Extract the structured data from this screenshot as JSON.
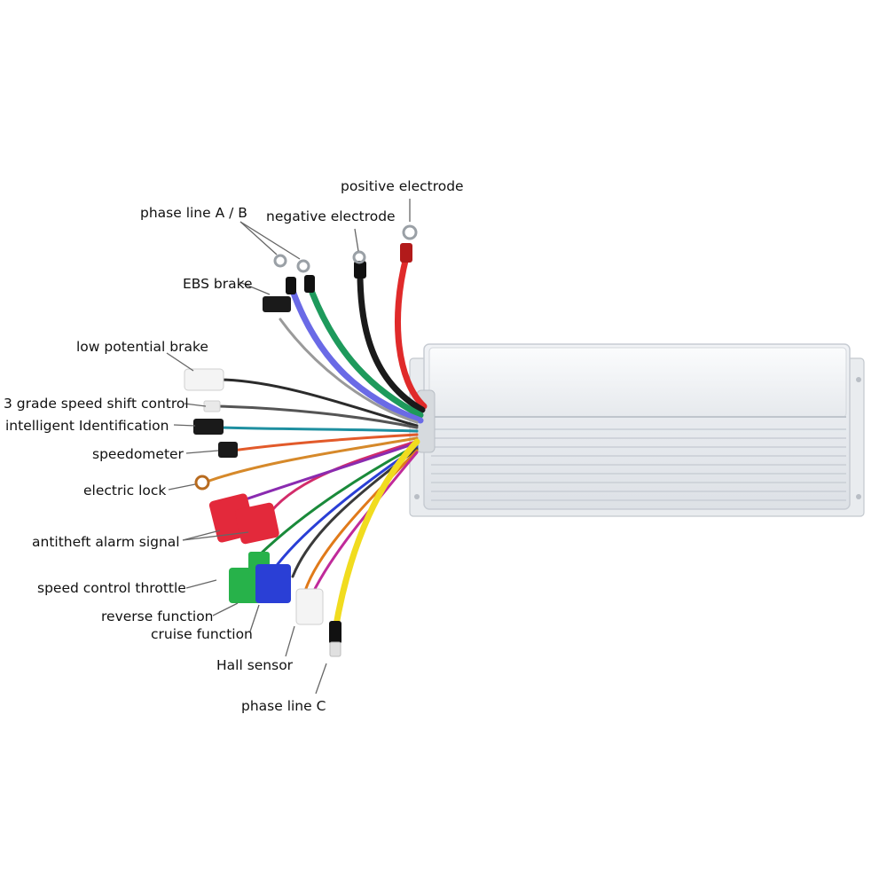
{
  "labels": {
    "positive_electrode": "positive electrode",
    "negative_electrode": "negative electrode",
    "phase_line_ab": "phase line A / B",
    "ebs_brake": "EBS brake",
    "low_potential_brake": "low potential brake",
    "speed_shift": "3 grade speed shift control",
    "intelligent_identification": "intelligent Identification",
    "speedometer": "speedometer",
    "electric_lock": "electric lock",
    "antitheft_alarm": "antitheft alarm signal",
    "speed_control_throttle": "speed control throttle",
    "reverse_function": "reverse function",
    "cruise_function": "cruise function",
    "hall_sensor": "Hall sensor",
    "phase_line_c": "phase line C"
  },
  "colors": {
    "background": "#ffffff",
    "housing": "#eef0f3",
    "housing_edge": "#c7ccd3",
    "wire_red": "#e02a2a",
    "wire_black": "#1a1a1a",
    "wire_green": "#1e9a5c",
    "wire_blue": "#6a6ae6",
    "wire_yellow": "#f1dc1f",
    "connector_red": "#e3293b",
    "connector_green": "#27b24a",
    "connector_blue": "#2a3fd6",
    "connector_white": "#f4f4f4"
  }
}
